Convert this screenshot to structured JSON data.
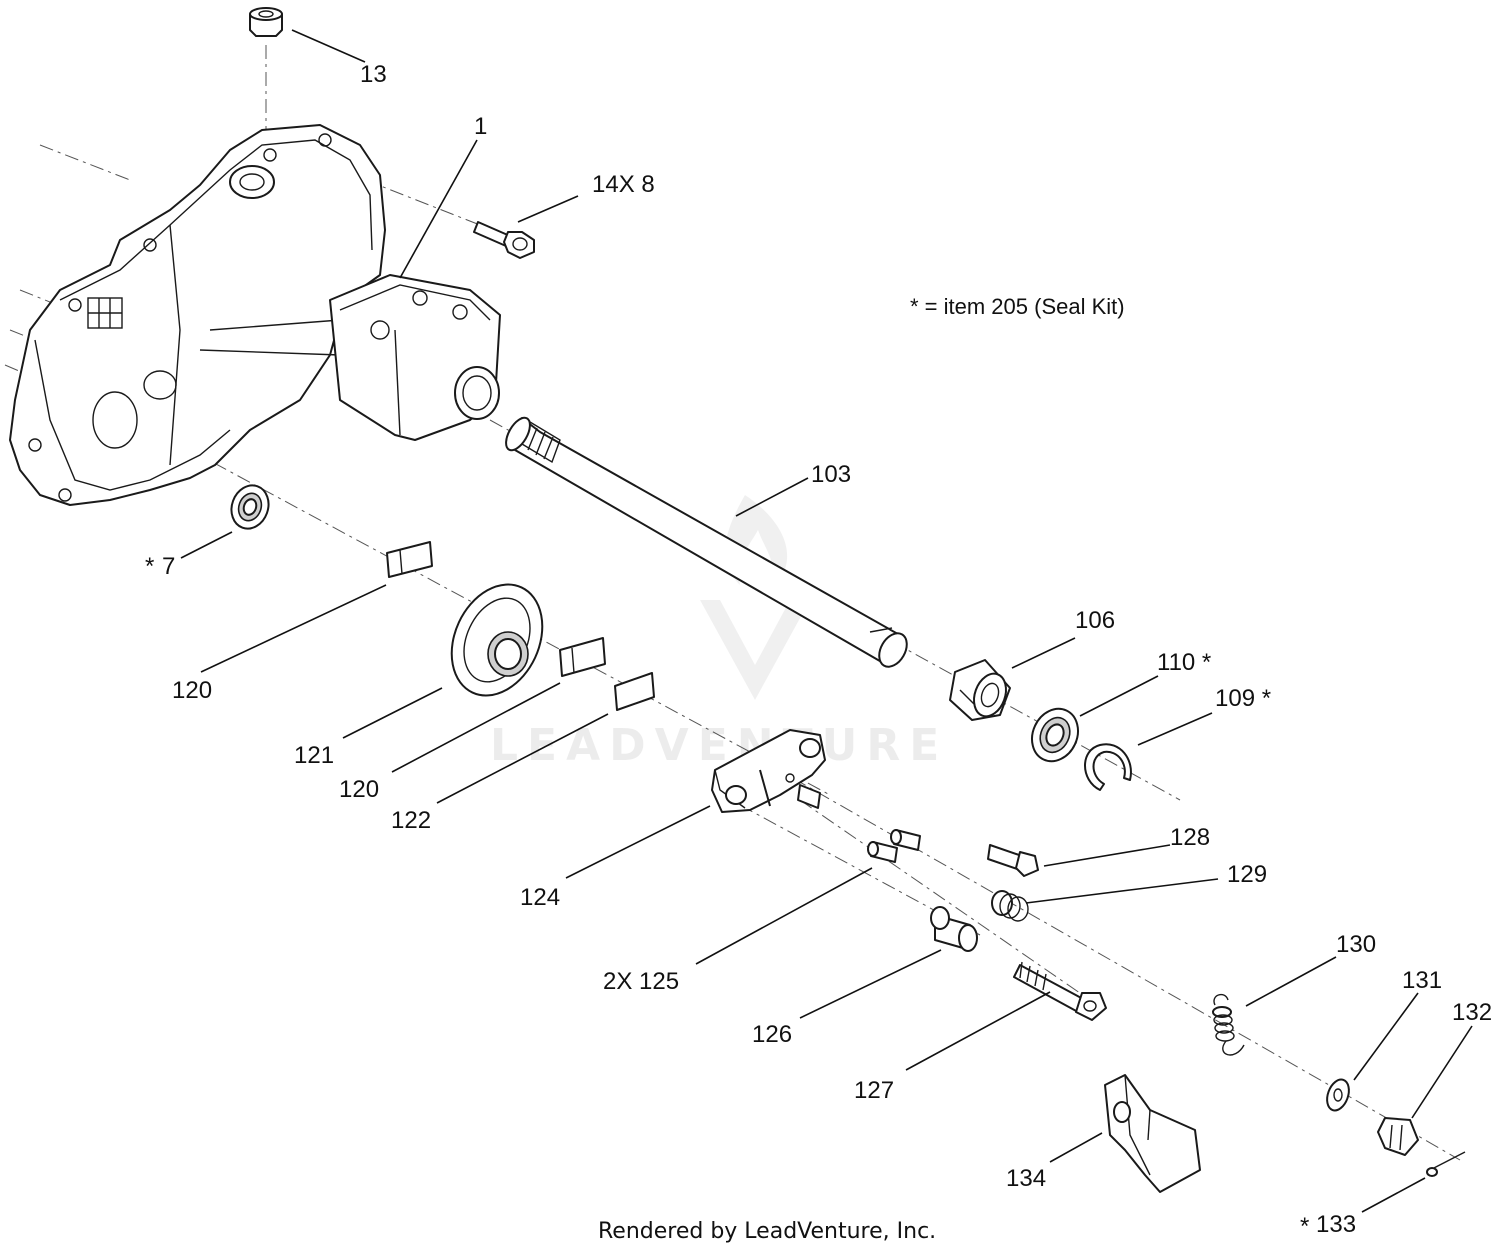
{
  "note": "* = item 205  (Seal Kit)",
  "footer": "Rendered by LeadVenture, Inc.",
  "watermark": "LEADVENTURE",
  "callouts": {
    "c1": "1",
    "c13": "13",
    "c14": "14X 8",
    "c7": "7",
    "c7_star": "*",
    "c103": "103",
    "c106": "106",
    "c110": "110 *",
    "c109": "109 *",
    "c120a": "120",
    "c121": "121",
    "c120b": "120",
    "c122": "122",
    "c124": "124",
    "c125": "2X 125",
    "c126": "126",
    "c127": "127",
    "c128": "128",
    "c129": "129",
    "c130": "130",
    "c131": "131",
    "c132": "132",
    "c133": "133",
    "c133_star": "*",
    "c134": "134"
  }
}
